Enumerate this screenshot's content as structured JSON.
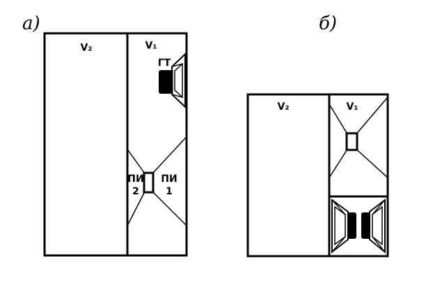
{
  "figure_a": {
    "label": "а)",
    "volume_left": "V₂",
    "volume_right": "V₁",
    "speaker_top_label": "ГТ",
    "pi_left_line1": "ПИ",
    "pi_left_line2": "2",
    "pi_right_line1": "ПИ",
    "pi_right_line2": "1"
  },
  "figure_b": {
    "label": "б)",
    "volume_left": "V₂",
    "volume_right": "V₁"
  }
}
